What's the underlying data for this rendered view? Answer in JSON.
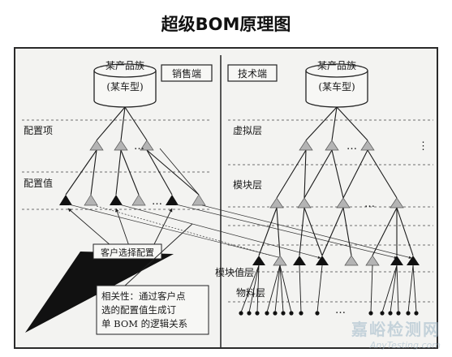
{
  "title": "超级BOM原理图",
  "sales": {
    "tag": "销售端",
    "family": "某产品族",
    "model": "(某车型)",
    "level_config_item": "配置项",
    "level_config_value": "配置值",
    "customer_select": "客户选择配置",
    "note_lines": [
      "相关性：通过客户点",
      "选的配置值生成订",
      "单 BOM 的逻辑关系"
    ]
  },
  "tech": {
    "tag": "技术端",
    "family": "某产品族",
    "model": "(某车型)",
    "level_virtual": "虚拟层",
    "level_module": "模块层",
    "level_module_value": "模块值层",
    "level_material": "物料层"
  },
  "ellipsis": "…",
  "watermark": {
    "cn": "嘉峪检测网",
    "en": "AnyTesting.com"
  },
  "colors": {
    "selected": "#111111",
    "unselected": "#b4b4b4",
    "line": "#1a1a1a"
  }
}
